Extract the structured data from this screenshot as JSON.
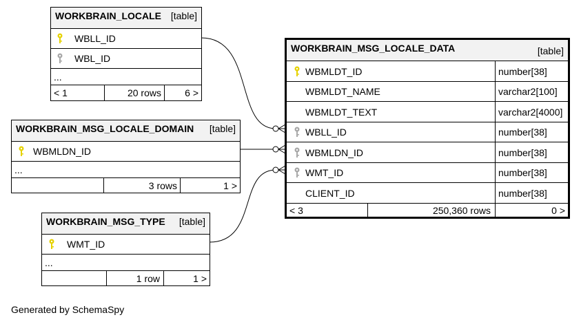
{
  "tables": {
    "locale": {
      "name": "WORKBRAIN_LOCALE",
      "kind": "[table]",
      "columns": [
        {
          "name": "WBLL_ID",
          "key": "primary-key-icon"
        },
        {
          "name": "WBL_ID",
          "key": "foreign-key-icon"
        }
      ],
      "ellipsis": "...",
      "footer": {
        "left": "< 1",
        "rows": "20 rows",
        "right": "6 >"
      }
    },
    "domain": {
      "name": "WORKBRAIN_MSG_LOCALE_DOMAIN",
      "kind": "[table]",
      "columns": [
        {
          "name": "WBMLDN_ID",
          "key": "primary-key-icon"
        }
      ],
      "ellipsis": "...",
      "footer": {
        "left": "",
        "rows": "3 rows",
        "right": "1 >"
      }
    },
    "msgtype": {
      "name": "WORKBRAIN_MSG_TYPE",
      "kind": "[table]",
      "columns": [
        {
          "name": "WMT_ID",
          "key": "primary-key-icon"
        }
      ],
      "ellipsis": "...",
      "footer": {
        "left": "",
        "rows": "1 row",
        "right": "1 >"
      }
    },
    "data": {
      "name": "WORKBRAIN_MSG_LOCALE_DATA",
      "kind": "[table]",
      "columns": [
        {
          "name": "WBMLDT_ID",
          "type": "number[38]",
          "key": "primary-key-icon"
        },
        {
          "name": "WBMLDT_NAME",
          "type": "varchar2[100]",
          "key": ""
        },
        {
          "name": "WBMLDT_TEXT",
          "type": "varchar2[4000]",
          "key": ""
        },
        {
          "name": "WBLL_ID",
          "type": "number[38]",
          "key": "foreign-key-icon"
        },
        {
          "name": "WBMLDN_ID",
          "type": "number[38]",
          "key": "foreign-key-icon"
        },
        {
          "name": "WMT_ID",
          "type": "number[38]",
          "key": "foreign-key-icon"
        },
        {
          "name": "CLIENT_ID",
          "type": "number[38]",
          "key": ""
        }
      ],
      "footer": {
        "left": "< 3",
        "rows": "250,360 rows",
        "right": "0 >"
      }
    }
  },
  "relationships": [
    {
      "from": "WORKBRAIN_LOCALE.WBLL_ID",
      "to": "WORKBRAIN_MSG_LOCALE_DATA.WBLL_ID"
    },
    {
      "from": "WORKBRAIN_MSG_LOCALE_DOMAIN.WBMLDN_ID",
      "to": "WORKBRAIN_MSG_LOCALE_DATA.WBMLDN_ID"
    },
    {
      "from": "WORKBRAIN_MSG_TYPE.WMT_ID",
      "to": "WORKBRAIN_MSG_LOCALE_DATA.WMT_ID"
    }
  ],
  "generated_by": "Generated by SchemaSpy",
  "colors": {
    "primary_key": "#e6d200",
    "foreign_key": "#a8a8a8",
    "header_bg": "#f2f2f2"
  }
}
